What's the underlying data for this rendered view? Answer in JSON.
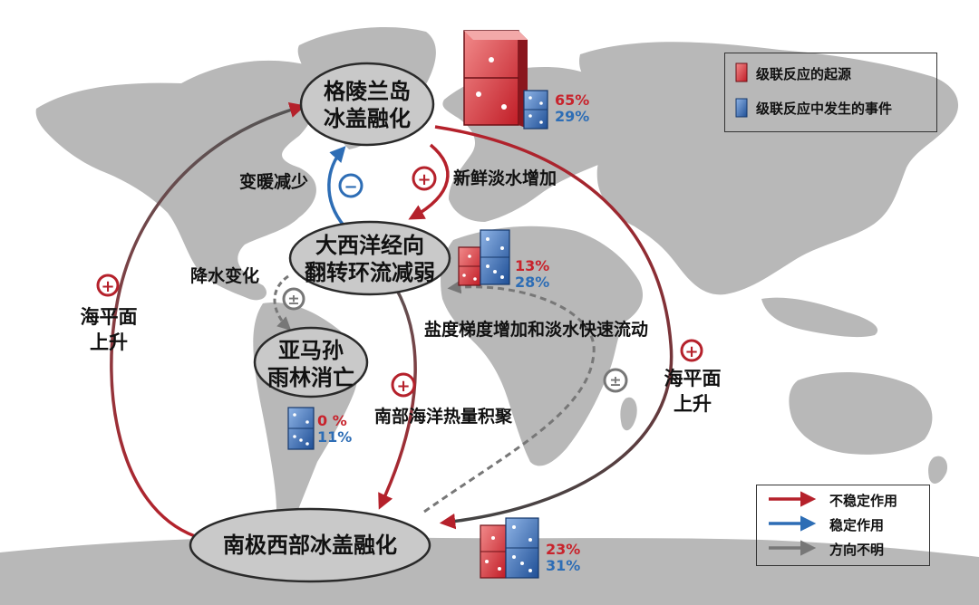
{
  "nodes": {
    "greenland": {
      "line1": "格陵兰岛",
      "line2": "冰盖融化"
    },
    "amoc": {
      "line1": "大西洋经向",
      "line2": "翻转环流减弱"
    },
    "amazon": {
      "line1": "亚马孙",
      "line2": "雨林消亡"
    },
    "antarctica": {
      "line1": "南极西部冰盖融化"
    }
  },
  "labels": {
    "warming_reduction": "变暖减少",
    "freshwater_increase": "新鲜淡水增加",
    "precip_change": "降水变化",
    "salinity_gradient": "盐度梯度增加和淡水快速流动",
    "southern_ocean_heat": "南部海洋热量积聚",
    "sea_level_left_1": "海平面",
    "sea_level_left_2": "上升",
    "sea_level_right_1": "海平面",
    "sea_level_right_2": "上升"
  },
  "signs": {
    "plus": "+",
    "minus": "−",
    "plusminus": "±"
  },
  "stats": {
    "greenland": {
      "origin": "65%",
      "event": "29%"
    },
    "amoc": {
      "origin": "13%",
      "event": "28%"
    },
    "amazon": {
      "origin": "0 %",
      "event": "11%"
    },
    "antarctica": {
      "origin": "23%",
      "event": "31%"
    }
  },
  "legend_top": {
    "origin_label": "级联反应的起源",
    "event_label": "级联反应中发生的事件"
  },
  "legend_bottom": {
    "destabilizing": "不稳定作用",
    "stabilizing": "稳定作用",
    "unclear": "方向不明"
  },
  "colors": {
    "destabilizing": "#b5212b",
    "stabilizing": "#2d6db5",
    "unclear": "#777777",
    "domino_origin": "#d9262e",
    "domino_event": "#2b5fa8",
    "land": "#b8b8b8",
    "node_fill": "#c9c9c9"
  }
}
